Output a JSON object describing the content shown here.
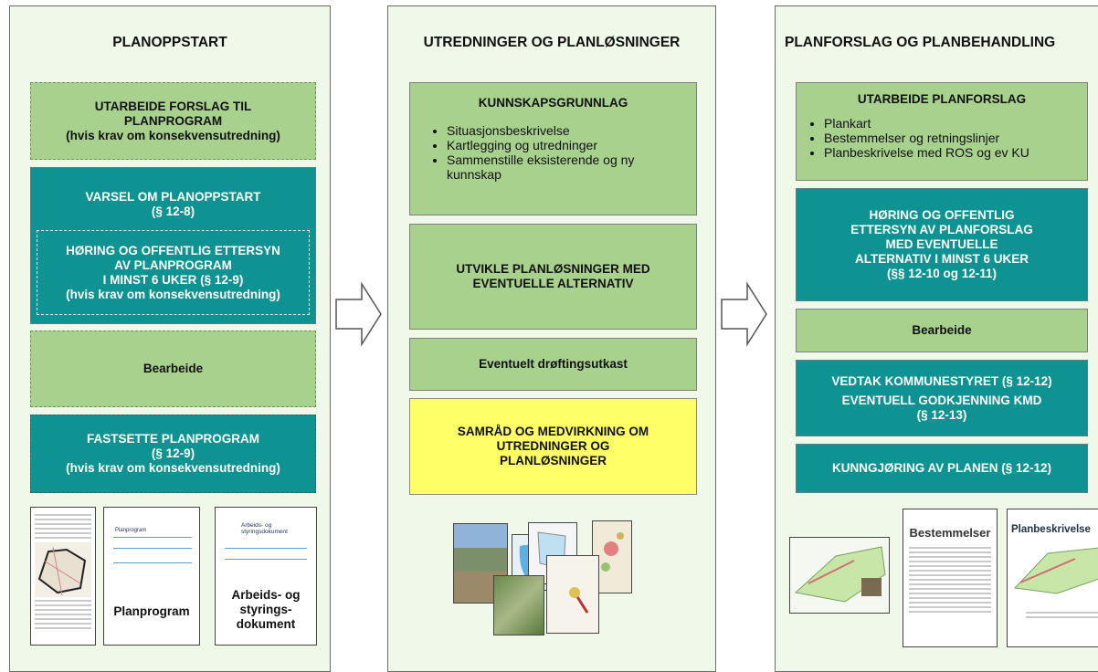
{
  "columns": [
    {
      "title": "PLANOPPSTART",
      "boxes": {
        "forslag": [
          "UTARBEIDE FORSLAG TIL",
          "PLANPROGRAM",
          "(hvis krav om konsekvensutredning)"
        ],
        "varsel": [
          "VARSEL OM PLANOPPSTART",
          "(§ 12-8)"
        ],
        "horing": [
          "HØRING OG OFFENTLIG ETTERSYN",
          "AV PLANPROGRAM",
          "I MINST 6 UKER (§ 12-9)",
          "(hvis krav om konsekvensutredning)"
        ],
        "bearbeide": "Bearbeide",
        "fastsette": [
          "FASTSETTE PLANPROGRAM",
          "(§ 12-9)",
          "(hvis krav om konsekvensutredning)"
        ]
      },
      "documents": {
        "doc2_heading": "Planprogram",
        "doc2_label": "Planprogram",
        "doc3_heading": [
          "Arbeids- og",
          "styringsdokument"
        ],
        "doc3_label": [
          "Arbeids- og",
          "styrings-",
          "dokument"
        ]
      }
    },
    {
      "title": "UTREDNINGER OG PLANLØSNINGER",
      "boxes": {
        "kunnskap_title": "KUNNSKAPSGRUNNLAG",
        "kunnskap_items": [
          "Situasjonsbeskrivelse",
          "Kartlegging og utredninger",
          "Sammenstille eksisterende og ny kunnskap"
        ],
        "utvikle": [
          "UTVIKLE PLANLØSNINGER MED",
          "EVENTUELLE ALTERNATIV"
        ],
        "drofting": "Eventuelt drøftingsutkast",
        "samrad": [
          "SAMRÅD OG MEDVIRKNING OM",
          "UTREDNINGER OG",
          "PLANLØSNINGER"
        ]
      }
    },
    {
      "title": "PLANFORSLAG OG PLANBEHANDLING",
      "boxes": {
        "planforslag_title": "UTARBEIDE PLANFORSLAG",
        "planforslag_items": [
          "Plankart",
          "Bestemmelser og retningslinjer",
          "Planbeskrivelse med ROS og ev KU"
        ],
        "horing": [
          "HØRING OG OFFENTLIG",
          "ETTERSYN AV PLANFORSLAG",
          "MED EVENTUELLE",
          "ALTERNATIV I MINST 6 UKER",
          "(§§ 12-10 og 12-11)"
        ],
        "bearbeide": "Bearbeide",
        "vedtak": [
          "VEDTAK KOMMUNESTYRET (§ 12-12)",
          "EVENTUELL GODKJENNING KMD",
          "(§ 12-13)"
        ],
        "kunngjoring": "KUNNGJØRING AV PLANEN (§ 12-12)"
      },
      "documents": {
        "bestemmelser": "Bestemmelser",
        "planbeskrivelse": "Planbeskrivelse"
      }
    }
  ]
}
